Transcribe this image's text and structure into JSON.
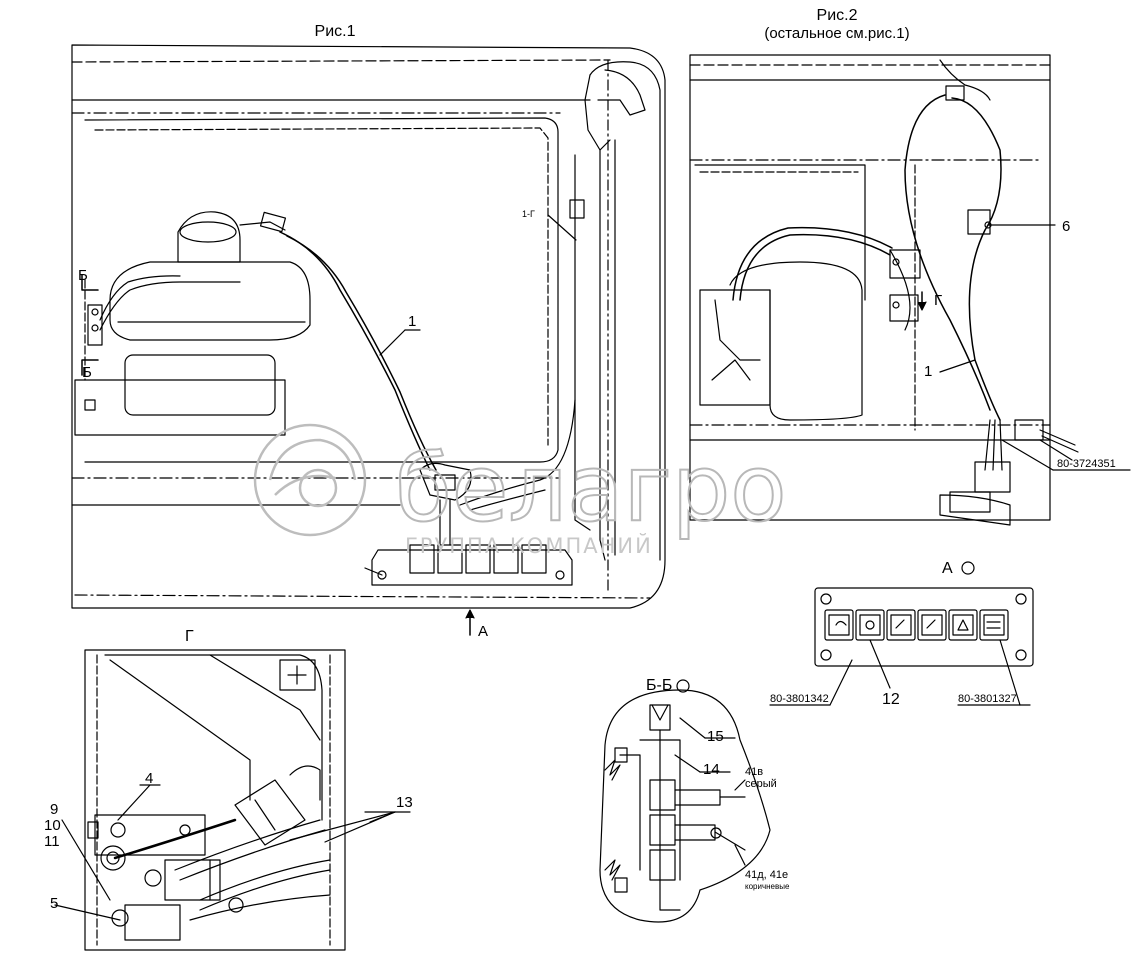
{
  "figures": {
    "fig1": {
      "title": "Рис.1"
    },
    "fig2": {
      "title": "Рис.2",
      "subtitle": "(остальное см.рис.1)"
    },
    "view_g": {
      "title": "Г"
    },
    "view_a": {
      "title": "А"
    },
    "section_bb": {
      "title": "Б-Б"
    }
  },
  "callouts": {
    "fig1_part1": "1",
    "fig1_1g": "1-Г",
    "section_b_top": "Б",
    "section_b_bottom": "Б",
    "view_arrow_a": "А",
    "fig2_part6": "6",
    "fig2_part1": "1",
    "fig2_arrow_g": "Г",
    "fig2_part_code": "80-3724351",
    "panel_left_code": "80-3801342",
    "panel_num_12": "12",
    "panel_right_code": "80-3801327",
    "g_part4": "4",
    "g_part9": "9",
    "g_part10": "10",
    "g_part11": "11",
    "g_part13": "13",
    "g_part5": "5",
    "bb_part15": "15",
    "bb_part14": "14",
    "bb_wire_41v": "41в",
    "bb_wire_41v_color": "серый",
    "bb_wire_41d": "41д, 41е",
    "bb_wire_41d_color": "коричневые"
  },
  "watermark": {
    "brand": "белагро",
    "tagline": "ГРУППА КОМПАНИЙ"
  },
  "colors": {
    "ink": "#000000",
    "watermark": "#bdbdbd"
  }
}
